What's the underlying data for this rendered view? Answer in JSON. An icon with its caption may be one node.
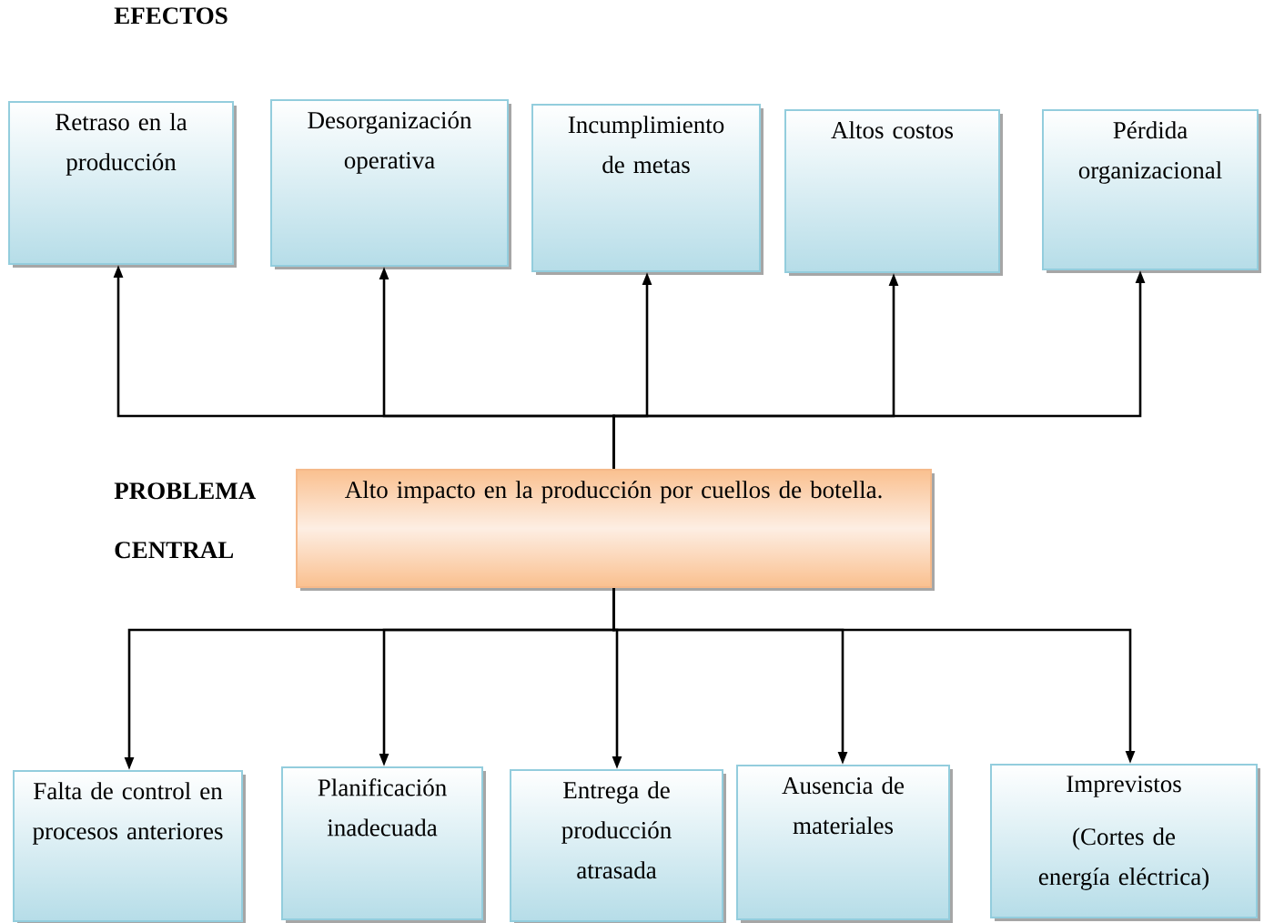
{
  "diagram": {
    "title": "EFECTOS",
    "nodes": [
      {
        "text": [
          "Retraso en la producción"
        ]
      },
      {
        "text": [
          "Desorganización operativa"
        ]
      },
      {
        "text": [
          "Incumplimiento de metas"
        ]
      },
      {
        "text": [
          "Altos costos"
        ]
      },
      {
        "text": [
          "Pérdida organizacional"
        ]
      },
      {
        "text": [
          "Alto impacto en la producción por cuellos de botella."
        ]
      },
      {
        "text": [
          "Falta de control en procesos anteriores"
        ]
      },
      {
        "text": [
          "Planificación inadecuada"
        ]
      },
      {
        "text": [
          "Entrega de producción atrasada"
        ]
      },
      {
        "text": [
          "Ausencia de materiales"
        ]
      },
      {
        "text": [
          "Imprevistos",
          "(Cortes de energía eléctrica)"
        ]
      }
    ],
    "edges": [
      {
        "from": 5,
        "to": 0,
        "arrow": "to"
      },
      {
        "from": 5,
        "to": 1,
        "arrow": "to"
      },
      {
        "from": 5,
        "to": 2,
        "arrow": "to"
      },
      {
        "from": 5,
        "to": 3,
        "arrow": "to"
      },
      {
        "from": 5,
        "to": 4,
        "arrow": "to"
      },
      {
        "from": 5,
        "to": 6,
        "arrow": "to"
      },
      {
        "from": 5,
        "to": 7,
        "arrow": "to"
      },
      {
        "from": 5,
        "to": 8,
        "arrow": "to"
      },
      {
        "from": 5,
        "to": 9,
        "arrow": "to"
      },
      {
        "from": 5,
        "to": 10,
        "arrow": "to"
      }
    ],
    "labels": [
      "PROBLEMA CENTRAL"
    ]
  }
}
